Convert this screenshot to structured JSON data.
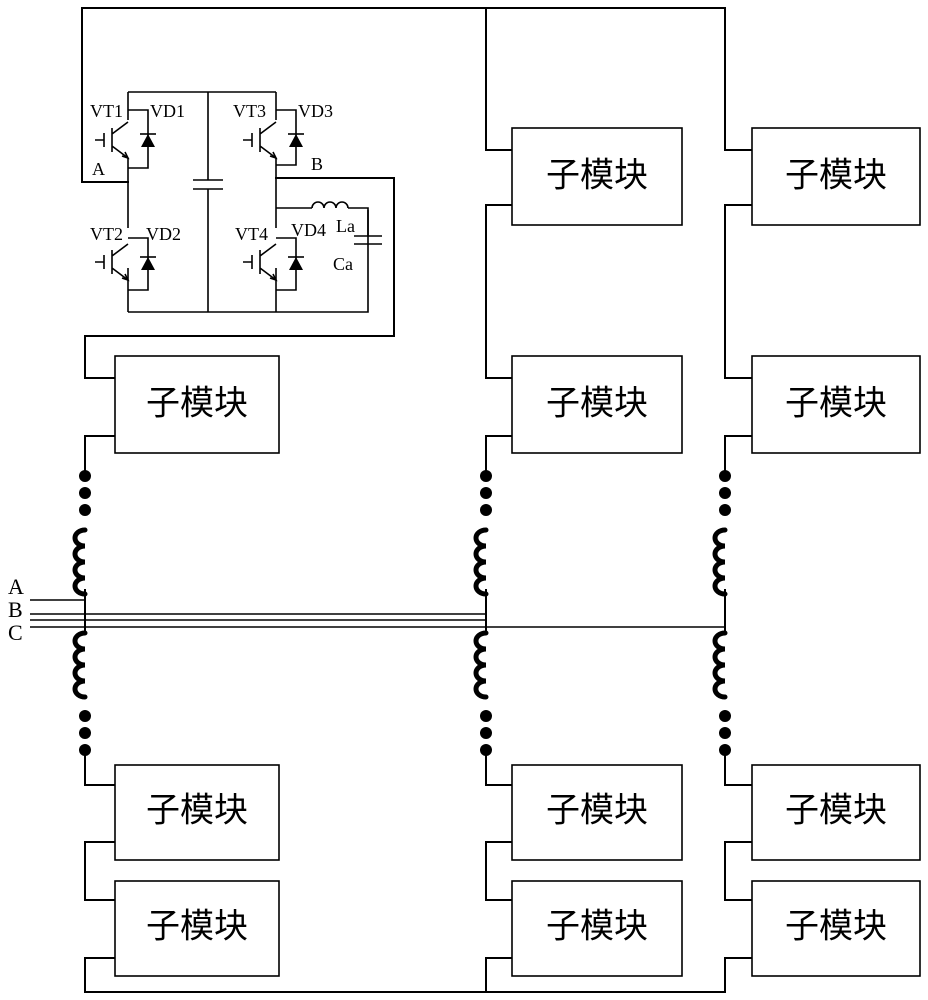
{
  "submodule_label": "子模块",
  "phases": [
    "A",
    "B",
    "C"
  ],
  "detail": {
    "transistors": [
      "VT1",
      "VT2",
      "VT3",
      "VT4"
    ],
    "diodes": [
      "VD1",
      "VD2",
      "VD3",
      "VD4"
    ],
    "node_a": "A",
    "node_b": "B",
    "inductor": "La",
    "capacitor": "Ca"
  }
}
